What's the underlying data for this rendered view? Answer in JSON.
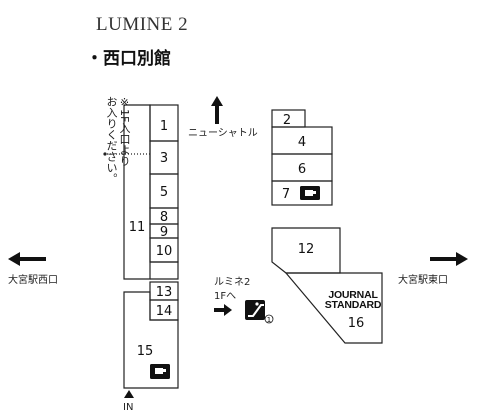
{
  "header": {
    "building": "LUMINE 2",
    "section": "・西口別館"
  },
  "note": {
    "lines": [
      "※1F入口より",
      "お入りください。"
    ]
  },
  "shops": {
    "s1": "1",
    "s2": "2",
    "s3": "3",
    "s4": "4",
    "s5": "5",
    "s6": "6",
    "s7": "7",
    "s8": "8",
    "s9": "9",
    "s10": "10",
    "s11": "11",
    "s12": "12",
    "s13": "13",
    "s14": "14",
    "s15": "15",
    "s16": "16"
  },
  "labels": {
    "shuttle": "ニューシャトル",
    "west_exit": "大宮駅西口",
    "east_exit": "大宮駅東口",
    "to_lumine2_line1": "ルミネ2",
    "to_lumine2_line2": "1Fへ",
    "entrance": "IN",
    "journal_line1": "JOURNAL",
    "journal_line2": "STANDARD",
    "escalator_floor": "1"
  },
  "icons": {
    "cafe": "cafe-icon",
    "escalator": "escalator-icon"
  },
  "colors": {
    "ink": "#111111",
    "line": "#222222"
  }
}
